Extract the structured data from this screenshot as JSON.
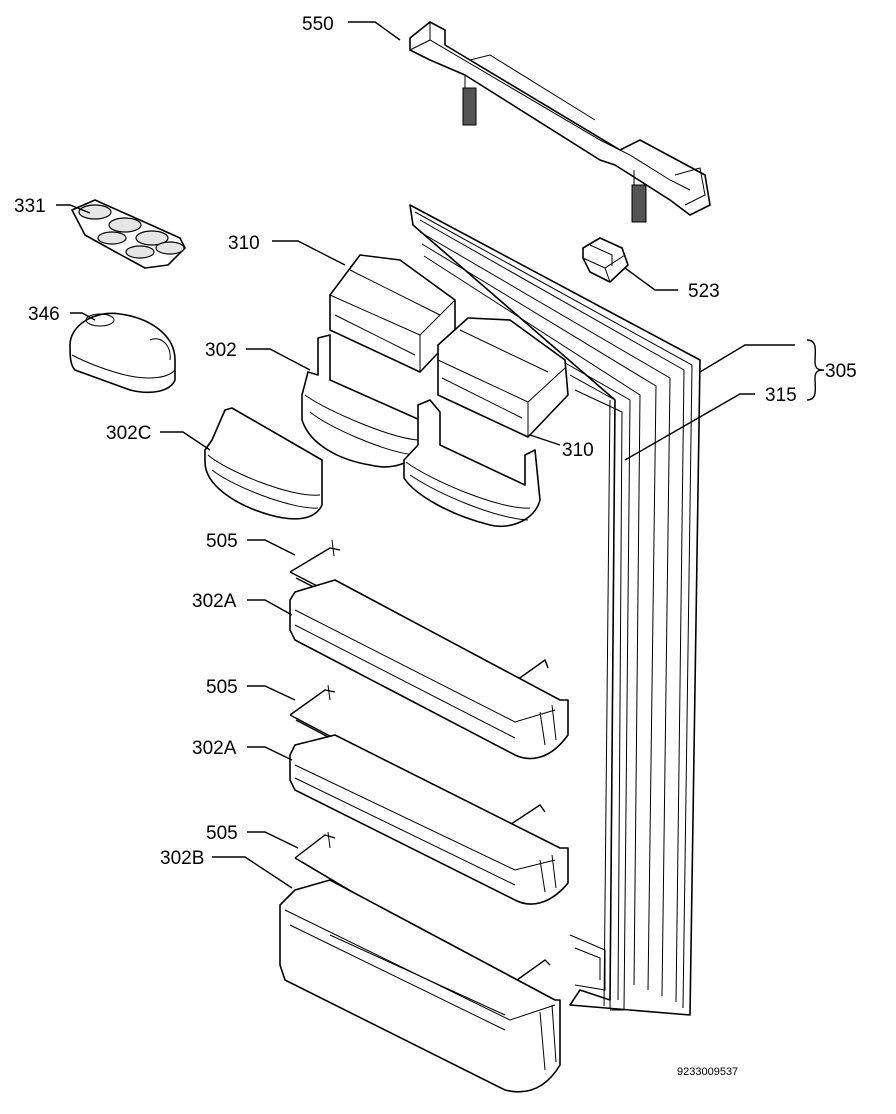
{
  "labels": {
    "p550": "550",
    "p331": "331",
    "p523": "523",
    "p310a": "310",
    "p310b": "310",
    "p346": "346",
    "p302": "302",
    "p305": "305",
    "p315": "315",
    "p302c": "302C",
    "p505a": "505",
    "p302a1": "302A",
    "p505b": "505",
    "p302a2": "302A",
    "p505c": "505",
    "p302b": "302B"
  },
  "footer": {
    "code": "9233009537"
  }
}
